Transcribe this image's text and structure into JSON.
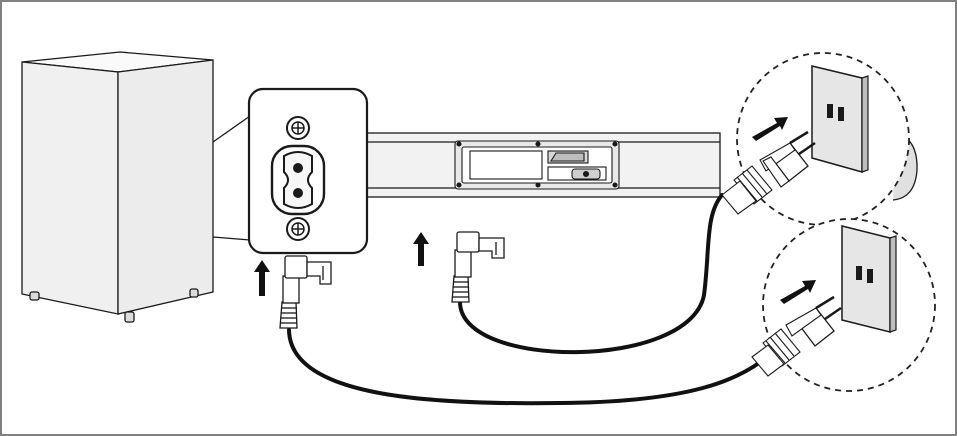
{
  "diagram": {
    "kind": "power-connection-illustration",
    "colors": {
      "frame": "#808080",
      "line": "#1a1a1a",
      "device_fill": "#f4f4f4",
      "panel_fill": "#ffffff",
      "cable": "#111111",
      "wall_plate": "#e6e6e6",
      "callout_dash": "#222222"
    },
    "components": [
      {
        "name": "subwoofer",
        "icon": "subwoofer-icon"
      },
      {
        "name": "power-inlet-closeup",
        "icon": "ac-inlet-icon"
      },
      {
        "name": "soundbar",
        "icon": "soundbar-icon"
      },
      {
        "name": "soundbar-rear-panel",
        "icon": "rear-panel-icon"
      },
      {
        "name": "subwoofer-power-cord",
        "icon": "power-cord-icon"
      },
      {
        "name": "soundbar-power-cord",
        "icon": "power-cord-icon"
      },
      {
        "name": "wall-outlet-top",
        "icon": "wall-outlet-icon"
      },
      {
        "name": "wall-outlet-bottom",
        "icon": "wall-outlet-icon"
      }
    ],
    "arrows": [
      {
        "name": "insert-arrow-subwoofer",
        "direction": "up"
      },
      {
        "name": "insert-arrow-soundbar",
        "direction": "up"
      },
      {
        "name": "plug-in-arrow-top",
        "direction": "up-right"
      },
      {
        "name": "plug-in-arrow-bottom",
        "direction": "up-right"
      }
    ]
  }
}
